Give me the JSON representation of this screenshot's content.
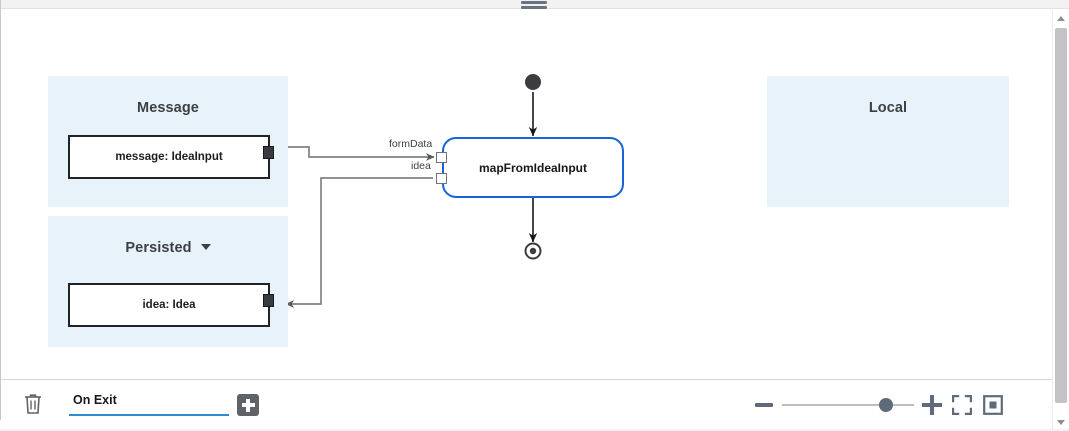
{
  "window": {
    "drag_handle": "drag-handle"
  },
  "canvas": {
    "lanes": [
      {
        "title": "Message",
        "caret": false
      },
      {
        "title": "Persisted",
        "caret": true
      },
      {
        "title": "Local",
        "caret": false
      }
    ],
    "objects": [
      {
        "label": "message: IdeaInput"
      },
      {
        "label": "idea: Idea"
      }
    ],
    "activity_node": {
      "label": "mapFromIdeaInput",
      "border_color": "#1565d8",
      "input_ports": [
        {
          "label": "formData"
        },
        {
          "label": "idea"
        }
      ]
    },
    "start_node": "initial-node",
    "end_node": "final-node"
  },
  "toolbar": {
    "delete_label": "trash-icon",
    "field_value": "On Exit",
    "field_placeholder": "On Exit",
    "add_label": "plus-icon",
    "zoom": {
      "minus_label": "zoom-out",
      "plus_label": "zoom-in",
      "fit_label": "fit-to-screen",
      "reset_label": "reset-view",
      "slider_position_pct": 74
    }
  },
  "scrollbar": {
    "up_label": "scroll-up",
    "down_label": "scroll-down"
  },
  "colors": {
    "lane_bg": "#e8f2fa",
    "node_border": "#1565d8",
    "accent_underline": "#2e8bd0",
    "edge": "#7f8286",
    "ink": "#222326"
  }
}
